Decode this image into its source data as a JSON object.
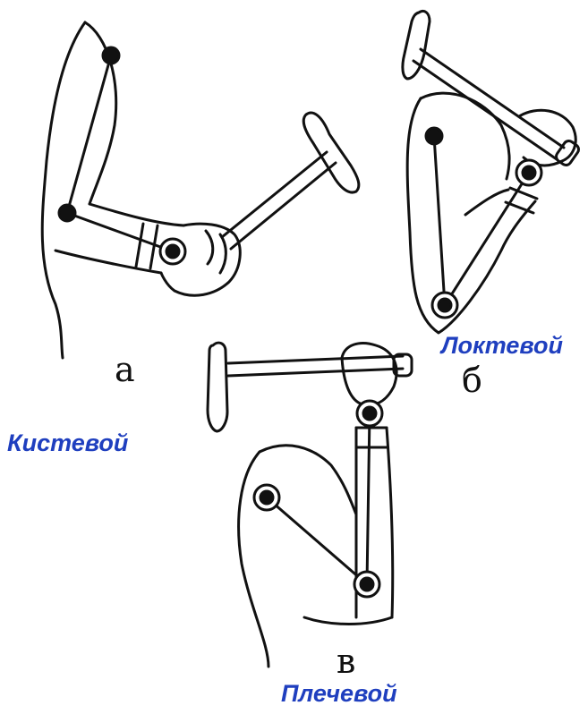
{
  "figure": {
    "letters": {
      "a": "а",
      "b": "б",
      "v": "в"
    },
    "captions": {
      "wrist": "Кистевой",
      "elbow": "Локтевой",
      "shoulder": "Плечевой"
    },
    "colors": {
      "caption": "#1f3fbf",
      "line": "#111111"
    }
  }
}
